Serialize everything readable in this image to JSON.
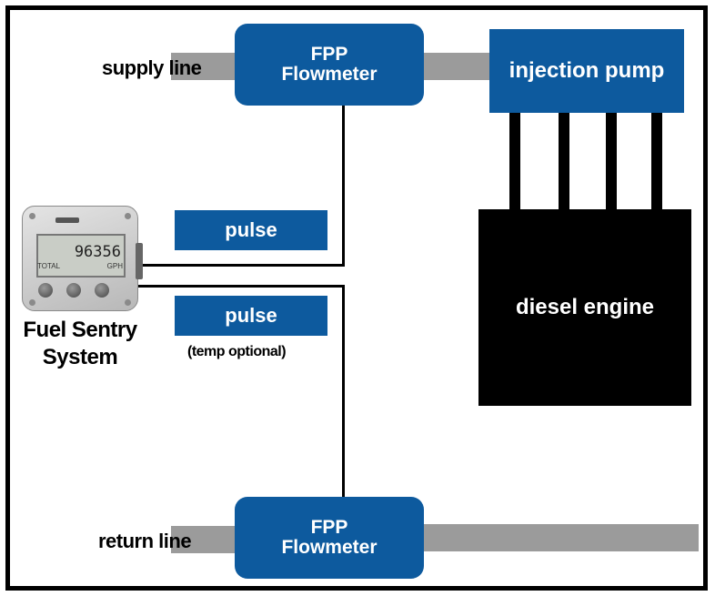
{
  "diagram": {
    "labels": {
      "supply_line": "supply line",
      "return_line": "return line",
      "fuel_sentry": [
        "Fuel Sentry",
        "System"
      ],
      "temp_optional": "(temp optional)"
    },
    "boxes": {
      "flowmeter_top": [
        "FPP",
        "Flowmeter"
      ],
      "flowmeter_bottom": [
        "FPP",
        "Flowmeter"
      ],
      "injection_pump": "injection pump",
      "pulse_top": "pulse",
      "pulse_bottom": "pulse",
      "diesel_engine": "diesel engine"
    },
    "device": {
      "display_value": "96356",
      "display_sub_left": "TOTAL",
      "display_sub_right": "GPH"
    },
    "colors": {
      "box_blue": "#0d5a9e",
      "pipe_gray": "#9b9b9b",
      "engine_black": "#000000"
    }
  }
}
